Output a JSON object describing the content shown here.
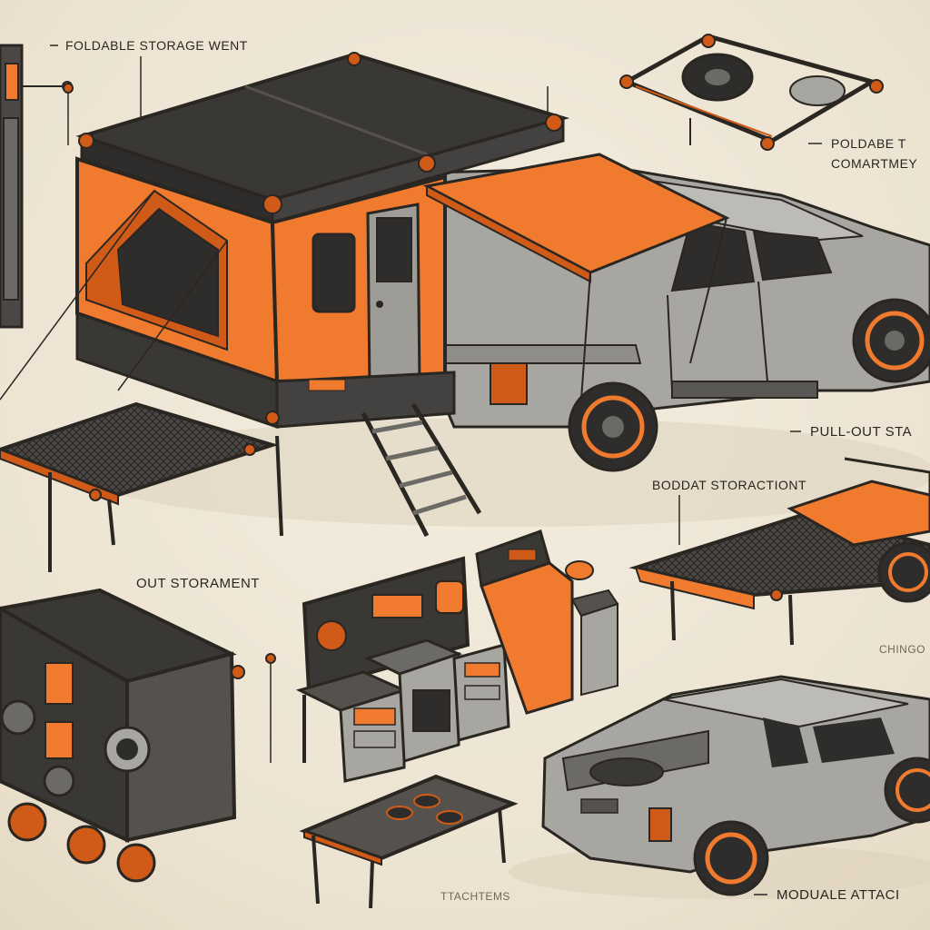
{
  "labels": {
    "foldable_tent": "FOLDABLE STORAGE WENT",
    "poldabe_line1": "POLDABE T",
    "poldabe_line2": "COMARTMEY",
    "pull_out": "PULL-OUT STA",
    "boddat": "BODDAT STORACTIONT",
    "out_storament": "OUT STORAMENT",
    "chingo": "CHINGO",
    "tachitems": "TTACHTEMS",
    "moduale": "MODUALE ATTACI"
  },
  "colors": {
    "orange": "#f07a2e",
    "dark_orange": "#d05a18",
    "charcoal": "#3a3835",
    "steel": "#a8a6a1",
    "outline": "#2a2622",
    "paper": "#efe7d6"
  },
  "icons": [
    "pickup-truck-icon",
    "tent-icon",
    "ladder-icon",
    "camp-kitchen-icon",
    "trailer-icon",
    "table-icon",
    "wheel-icon",
    "fan-icon"
  ]
}
